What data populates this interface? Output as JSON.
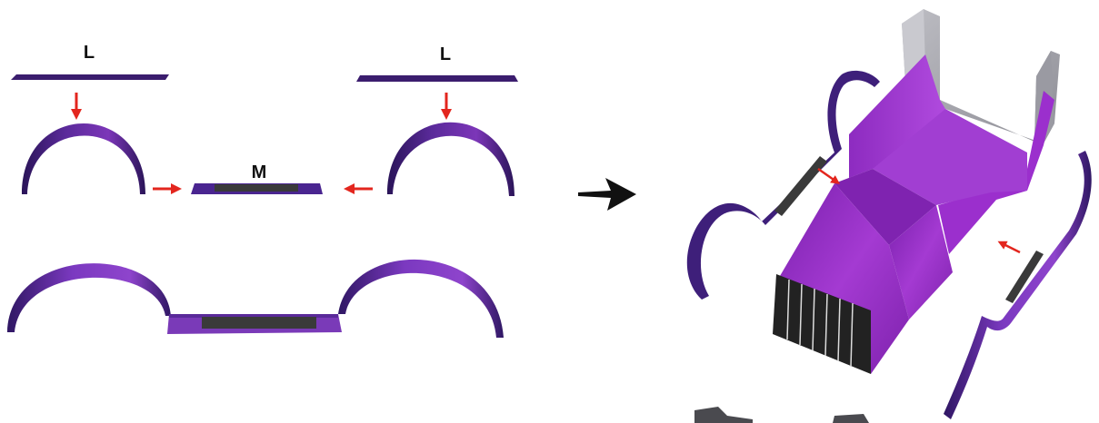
{
  "labels": {
    "left_strip": "L",
    "right_strip": "L",
    "middle_strip": "M"
  },
  "colors": {
    "strip_dark": "#3b1d6e",
    "strip_mid": "#5a2a9a",
    "strip_light": "#8e3fc4",
    "box_face": "#9a2fc8",
    "box_side": "#7a1fa8",
    "grey_wall": "#a7a7ad",
    "pad": "#3a3a3a",
    "arrow_red": "#e3261e",
    "arrow_black": "#111111"
  },
  "icons": {
    "assembly_arrow": "arrow-right-icon",
    "step_arrows": "red-arrow-icon"
  }
}
